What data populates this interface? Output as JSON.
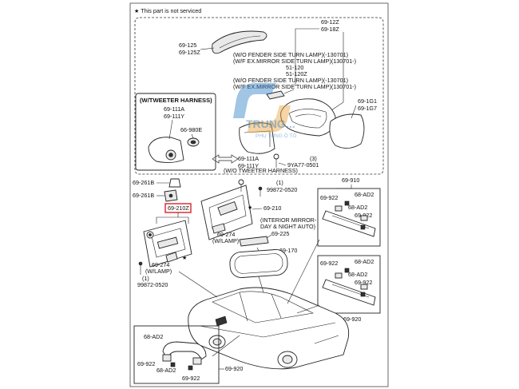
{
  "notice": "★ This part is not serviced",
  "colors": {
    "highlight": "#e0202a",
    "watermark_blue": "#2f7fc6",
    "watermark_orange": "#e9a23b"
  },
  "watermark": {
    "brand": "TRUNG",
    "brand2": "...",
    "tagline": "PHỤ TÙNG Ô TÔ"
  },
  "mirror_group": {
    "label_cover": [
      "69-125",
      "69-125Z"
    ],
    "label_assy": [
      "69-12Z",
      "69-18Z"
    ],
    "notes": [
      "(W/O FENDER SIDE TURN LAMP)(-130701)",
      "(W/F EX.MIRROR SIDE TURN LAMP)(130701-)",
      "51-120",
      "51-120Z",
      "(W/O FENDER SIDE TURN LAMP)(-130701)",
      "(W/F EX.MIRROR SIDE TURN LAMP)(130701-)"
    ],
    "label_glass": [
      "69-1G1",
      "69-1G7"
    ],
    "bolt_count": "(3)",
    "bolt": "9YA77-0501",
    "label_base": [
      "69-111A",
      "69-111Y"
    ],
    "wo_tweeter": "(W/O TWEETER HARNESS)"
  },
  "tweeter_box": {
    "title": "(W/TWEETER HARNESS)",
    "labels": [
      "69-111A",
      "69-111Y"
    ],
    "grommet": "66-980E"
  },
  "visor": {
    "clip_label": "69-261B",
    "clip_label2": "69-261B",
    "screw_count": "(1)",
    "screw": "99872-0520",
    "right_visor": "69-210",
    "left_visor": "69-210Z",
    "lamp_right": "69-274",
    "lamp_right_note": "(W/LAMP)",
    "lamp_left": "69-274",
    "lamp_left_note": "(W/LAMP)",
    "screw_count_left": "(1)",
    "screw_left": "99872-0520",
    "star": "★"
  },
  "interior_mirror": {
    "note": [
      "(INTERIOR MIRROR-",
      "DAY & NIGHT AUTO)"
    ],
    "cover": "69-225",
    "mirror": "69-170"
  },
  "assist_handle": {
    "group_top": "69-910",
    "group_bottom": "69-920",
    "cap": "69-922",
    "bracket": "68-AD2",
    "bottom_label": "69-920"
  }
}
